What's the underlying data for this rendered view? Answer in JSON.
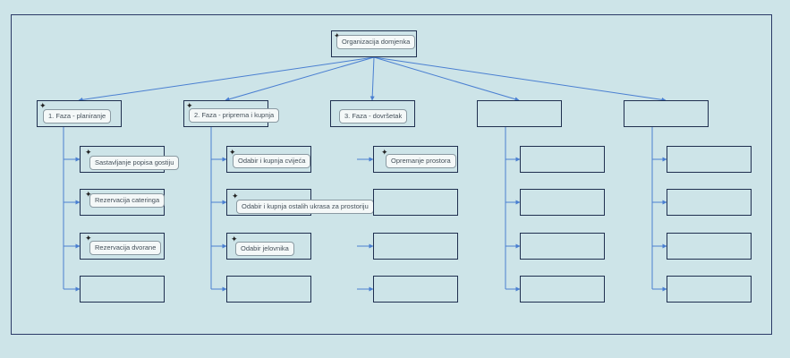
{
  "root": {
    "label": "Organizacija domjenka"
  },
  "phases": [
    {
      "label": "1. Faza - planiranje",
      "tasks": [
        "Sastavljanje popisa gostiju",
        "Rezervacija cateringa",
        "Rezervacija dvorane",
        ""
      ]
    },
    {
      "label": "2. Faza - priprema i kupnja",
      "tasks": [
        "Odabir i kupnja cvijeća",
        "Odabir i kupnja ostalih ukrasa za prostoriju",
        "Odabir jelovnika",
        ""
      ]
    },
    {
      "label": "3. Faza - dovršetak",
      "tasks": [
        "Opremanje prostora",
        "",
        "",
        ""
      ]
    },
    {
      "label": "",
      "tasks": [
        "",
        "",
        "",
        ""
      ]
    },
    {
      "label": "",
      "tasks": [
        "",
        "",
        "",
        ""
      ]
    }
  ],
  "icons": {
    "label_marker": "sparkle-icon"
  },
  "colors": {
    "connector": "#4a7fd1",
    "box_border": "#1f2f4f",
    "frame_border": "#2b3a67",
    "background": "#cde4e8"
  }
}
